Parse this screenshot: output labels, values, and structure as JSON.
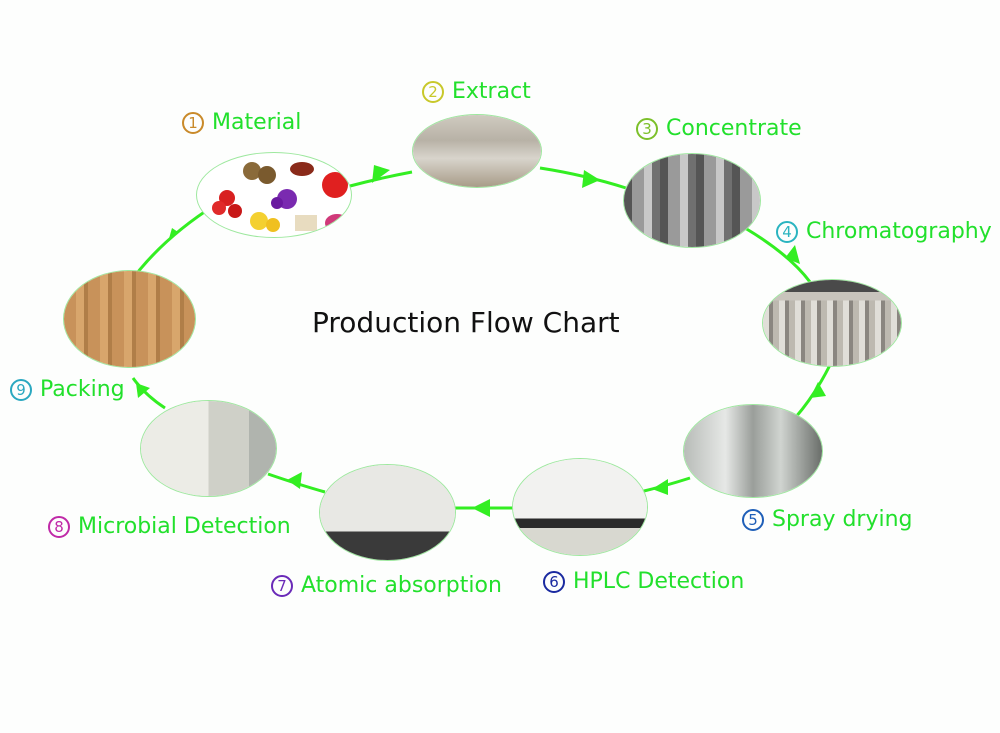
{
  "title": "Production Flow Chart",
  "flow_color": "#33ee22",
  "steps": [
    {
      "num": "1",
      "label": "Material",
      "num_color": "#c98a2a",
      "image": "raw-materials-fruits"
    },
    {
      "num": "2",
      "label": "Extract",
      "num_color": "#c8c82a",
      "image": "extraction-workshop"
    },
    {
      "num": "3",
      "label": "Concentrate",
      "num_color": "#7cc02a",
      "image": "concentration-tanks"
    },
    {
      "num": "4",
      "label": "Chromatography",
      "num_color": "#2ab4c0",
      "image": "chromatography-columns"
    },
    {
      "num": "5",
      "label": "Spray drying",
      "num_color": "#1f5fb8",
      "image": "spray-dryer"
    },
    {
      "num": "6",
      "label": "HPLC Detection",
      "num_color": "#1a2aa0",
      "image": "hplc-instrument"
    },
    {
      "num": "7",
      "label": "Atomic absorption",
      "num_color": "#6a2ab8",
      "image": "atomic-absorption-spectrometer"
    },
    {
      "num": "8",
      "label": "Microbial Detection",
      "num_color": "#c02aa8",
      "image": "microbial-lab"
    },
    {
      "num": "9",
      "label": "Packing",
      "num_color": "#2aa8c0",
      "image": "packing-drums"
    }
  ]
}
